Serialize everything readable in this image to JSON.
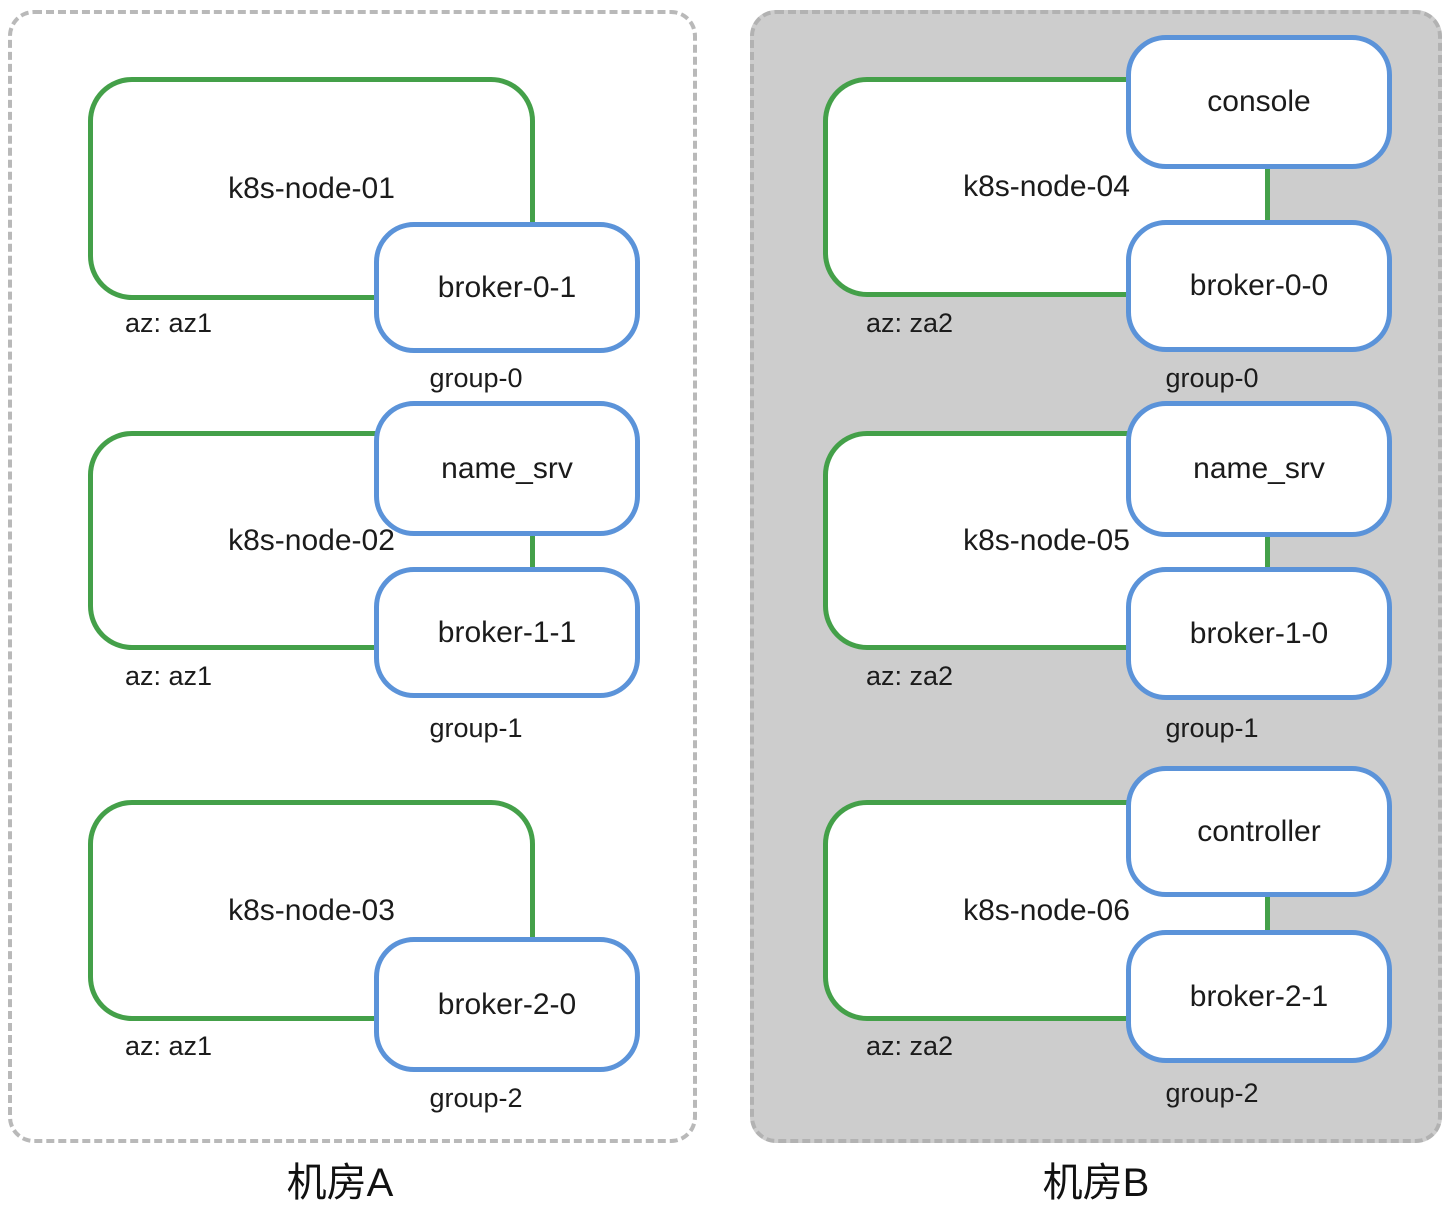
{
  "diagram": {
    "colors": {
      "node_border": "#44a049",
      "pod_border": "#5b93d9",
      "room_b_bg": "#cdcdcd",
      "room_border": "#b9b9b9"
    },
    "room_a": {
      "label": "机房A",
      "nodes": [
        {
          "name": "k8s-node-01",
          "az": "az: az1",
          "group": "group-0",
          "pods": [
            "broker-0-1"
          ]
        },
        {
          "name": "k8s-node-02",
          "az": "az: az1",
          "group": "group-1",
          "pods": [
            "name_srv",
            "broker-1-1"
          ]
        },
        {
          "name": "k8s-node-03",
          "az": "az: az1",
          "group": "group-2",
          "pods": [
            "broker-2-0"
          ]
        }
      ]
    },
    "room_b": {
      "label": "机房B",
      "nodes": [
        {
          "name": "k8s-node-04",
          "az": "az: za2",
          "group": "group-0",
          "pods": [
            "console",
            "broker-0-0"
          ]
        },
        {
          "name": "k8s-node-05",
          "az": "az: za2",
          "group": "group-1",
          "pods": [
            "name_srv",
            "broker-1-0"
          ]
        },
        {
          "name": "k8s-node-06",
          "az": "az: za2",
          "group": "group-2",
          "pods": [
            "controller",
            "broker-2-1"
          ]
        }
      ]
    }
  }
}
